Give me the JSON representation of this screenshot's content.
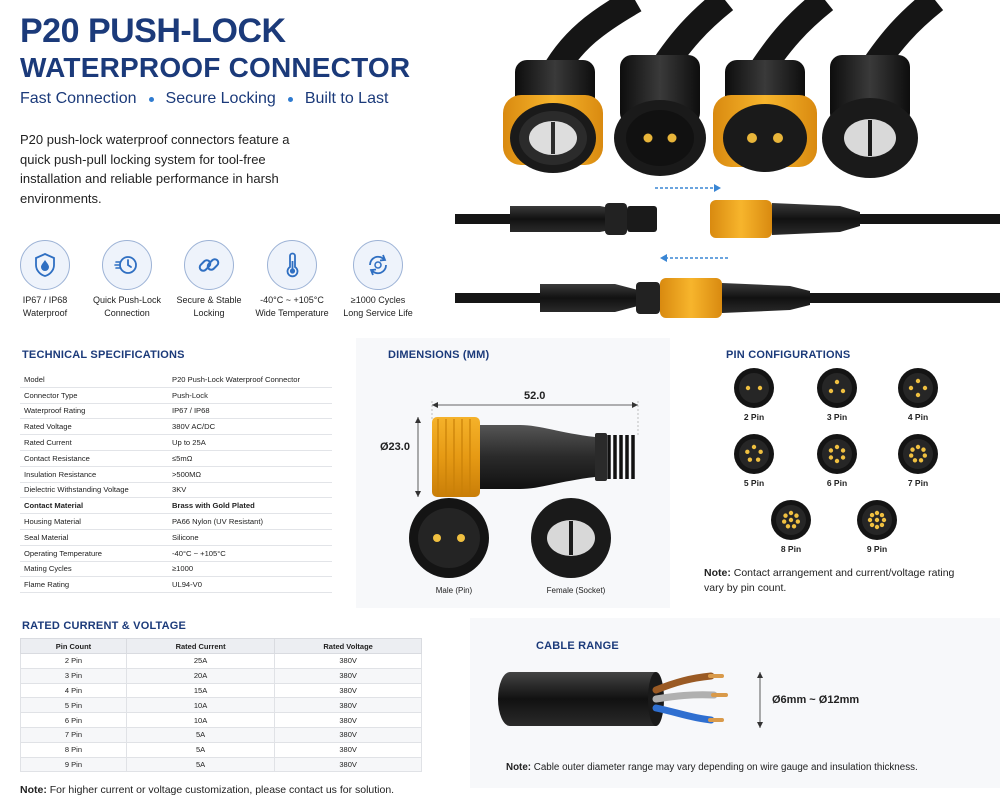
{
  "header": {
    "title_line1": "P20 PUSH-LOCK",
    "title_line2": "WATERPROOF CONNECTOR",
    "taglines": [
      "Fast Connection",
      "Secure Locking",
      "Built to Last"
    ],
    "intro": "P20 push-lock waterproof connectors feature a quick push-pull locking system for tool-free installation and reliable performance in harsh environments."
  },
  "features": [
    {
      "icon": "water-drop-shield-icon",
      "line1": "IP67 / IP68",
      "line2": "Waterproof"
    },
    {
      "icon": "quick-clock-icon",
      "line1": "Quick Push-Lock",
      "line2": "Connection"
    },
    {
      "icon": "chain-link-icon",
      "line1": "Secure & Stable",
      "line2": "Locking"
    },
    {
      "icon": "thermometer-icon",
      "line1": "-40°C ~ +105°C",
      "line2": "Wide Temperature"
    },
    {
      "icon": "cycle-arrows-icon",
      "line1": "≥1000 Cycles",
      "line2": "Long Service Life"
    }
  ],
  "sections": {
    "specs_title": "TECHNICAL SPECIFICATIONS",
    "dimensions_title": "DIMENSIONS (MM)",
    "pins_title": "PIN CONFIGURATIONS",
    "rated_title": "RATED CURRENT & VOLTAGE",
    "cable_title": "CABLE RANGE"
  },
  "specs": [
    {
      "key": "Model",
      "value": "P20 Push-Lock Waterproof Connector",
      "bold": false
    },
    {
      "key": "Connector Type",
      "value": "Push-Lock",
      "bold": false
    },
    {
      "key": "Waterproof Rating",
      "value": "IP67 / IP68",
      "bold": false
    },
    {
      "key": "Rated Voltage",
      "value": "380V AC/DC",
      "bold": false
    },
    {
      "key": "Rated Current",
      "value": "Up to 25A",
      "bold": false
    },
    {
      "key": "Contact Resistance",
      "value": "≤5mΩ",
      "bold": false
    },
    {
      "key": "Insulation Resistance",
      "value": ">500MΩ",
      "bold": false
    },
    {
      "key": "Dielectric Withstanding Voltage",
      "value": "3KV",
      "bold": false
    },
    {
      "key": "Contact Material",
      "value": "Brass with Gold Plated",
      "bold": true
    },
    {
      "key": "Housing Material",
      "value": "PA66 Nylon (UV Resistant)",
      "bold": false
    },
    {
      "key": "Seal Material",
      "value": "Silicone",
      "bold": false
    },
    {
      "key": "Operating Temperature",
      "value": "-40°C ~ +105°C",
      "bold": false
    },
    {
      "key": "Mating Cycles",
      "value": "≥1000",
      "bold": false
    },
    {
      "key": "Flame Rating",
      "value": "UL94-V0",
      "bold": false
    }
  ],
  "dimensions": {
    "length": "52.0",
    "diameter": "Ø23.0",
    "male_label": "Male (Pin)",
    "female_label": "Female (Socket)"
  },
  "pins": [
    {
      "label": "2 Pin",
      "count": 2
    },
    {
      "label": "3 Pin",
      "count": 3
    },
    {
      "label": "4 Pin",
      "count": 4
    },
    {
      "label": "5 Pin",
      "count": 5
    },
    {
      "label": "6 Pin",
      "count": 6
    },
    {
      "label": "7 Pin",
      "count": 7
    },
    {
      "label": "8 Pin",
      "count": 8
    },
    {
      "label": "9 Pin",
      "count": 9
    }
  ],
  "pin_note": {
    "bold": "Note:",
    "text": " Contact arrangement and current/voltage rating vary by pin count."
  },
  "rated_table": {
    "headers": [
      "Pin Count",
      "Rated Current",
      "Rated Voltage"
    ],
    "rows": [
      [
        "2 Pin",
        "25A",
        "380V"
      ],
      [
        "3 Pin",
        "20A",
        "380V"
      ],
      [
        "4 Pin",
        "15A",
        "380V"
      ],
      [
        "5 Pin",
        "10A",
        "380V"
      ],
      [
        "6 Pin",
        "10A",
        "380V"
      ],
      [
        "7 Pin",
        "5A",
        "380V"
      ],
      [
        "8 Pin",
        "5A",
        "380V"
      ],
      [
        "9 Pin",
        "5A",
        "380V"
      ]
    ]
  },
  "cable": {
    "range": "Ø6mm ~ Ø12mm",
    "note_bold": "Note:",
    "note_text": " Cable outer diameter range may vary depending on wire gauge and insulation thickness."
  },
  "footer_note": {
    "bold": "Note:",
    "text": " For higher current or voltage customization, please contact us for solution."
  },
  "colors": {
    "navy": "#1b3a7a",
    "accent_blue": "#2f7bd0",
    "connector_orange": "#f0a820",
    "connector_black": "#1a1a1a"
  }
}
